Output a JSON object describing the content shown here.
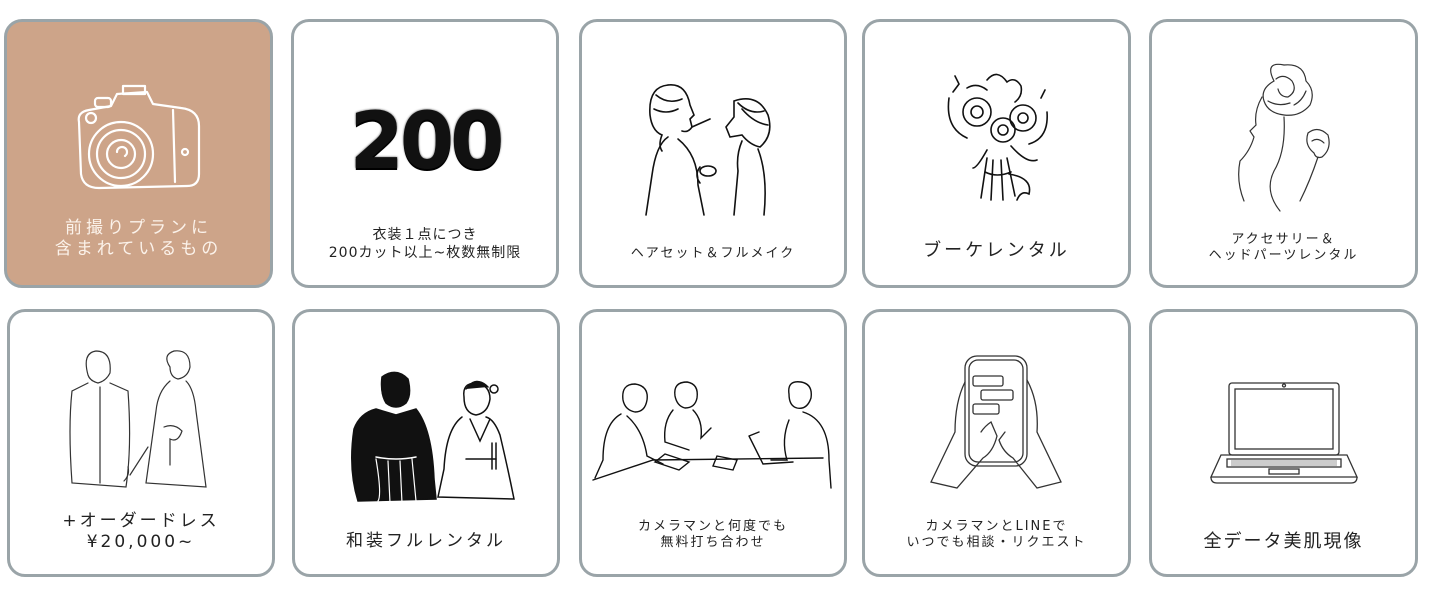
{
  "cards": [
    {
      "id": "plan-header",
      "icon": "camera-icon",
      "lines": [
        "前撮りプランに",
        "含まれているもの"
      ],
      "accent": true
    },
    {
      "id": "cuts",
      "icon": "number-200-balloon",
      "big_text": "200",
      "lines": [
        "衣装１点につき",
        "200カット以上~枚数無制限"
      ]
    },
    {
      "id": "hair-makeup",
      "icon": "makeup-artist-icon",
      "lines": [
        "ヘアセット＆フルメイク"
      ]
    },
    {
      "id": "bouquet",
      "icon": "bouquet-icon",
      "lines": [
        "ブーケレンタル"
      ]
    },
    {
      "id": "accessory",
      "icon": "woman-flower-icon",
      "lines": [
        "アクセサリー＆",
        "ヘッドパーツレンタル"
      ]
    },
    {
      "id": "order-dress",
      "icon": "bride-groom-icon",
      "lines": [
        "+オーダードレス",
        "¥20,000~"
      ]
    },
    {
      "id": "wasou",
      "icon": "kimono-couple-icon",
      "lines": [
        "和装フルレンタル"
      ]
    },
    {
      "id": "meeting",
      "icon": "meeting-icon",
      "lines": [
        "カメラマンと何度でも",
        "無料打ち合わせ"
      ]
    },
    {
      "id": "line-consult",
      "icon": "smartphone-hands-icon",
      "lines": [
        "カメラマンとLINEで",
        "いつでも相談・リクエスト"
      ]
    },
    {
      "id": "retouch",
      "icon": "laptop-icon",
      "lines": [
        "全データ美肌現像"
      ]
    }
  ],
  "colors": {
    "accent": "#cda489",
    "border": "#9aa4a8",
    "text": "#222222",
    "accent_text": "#fbf2ea"
  }
}
